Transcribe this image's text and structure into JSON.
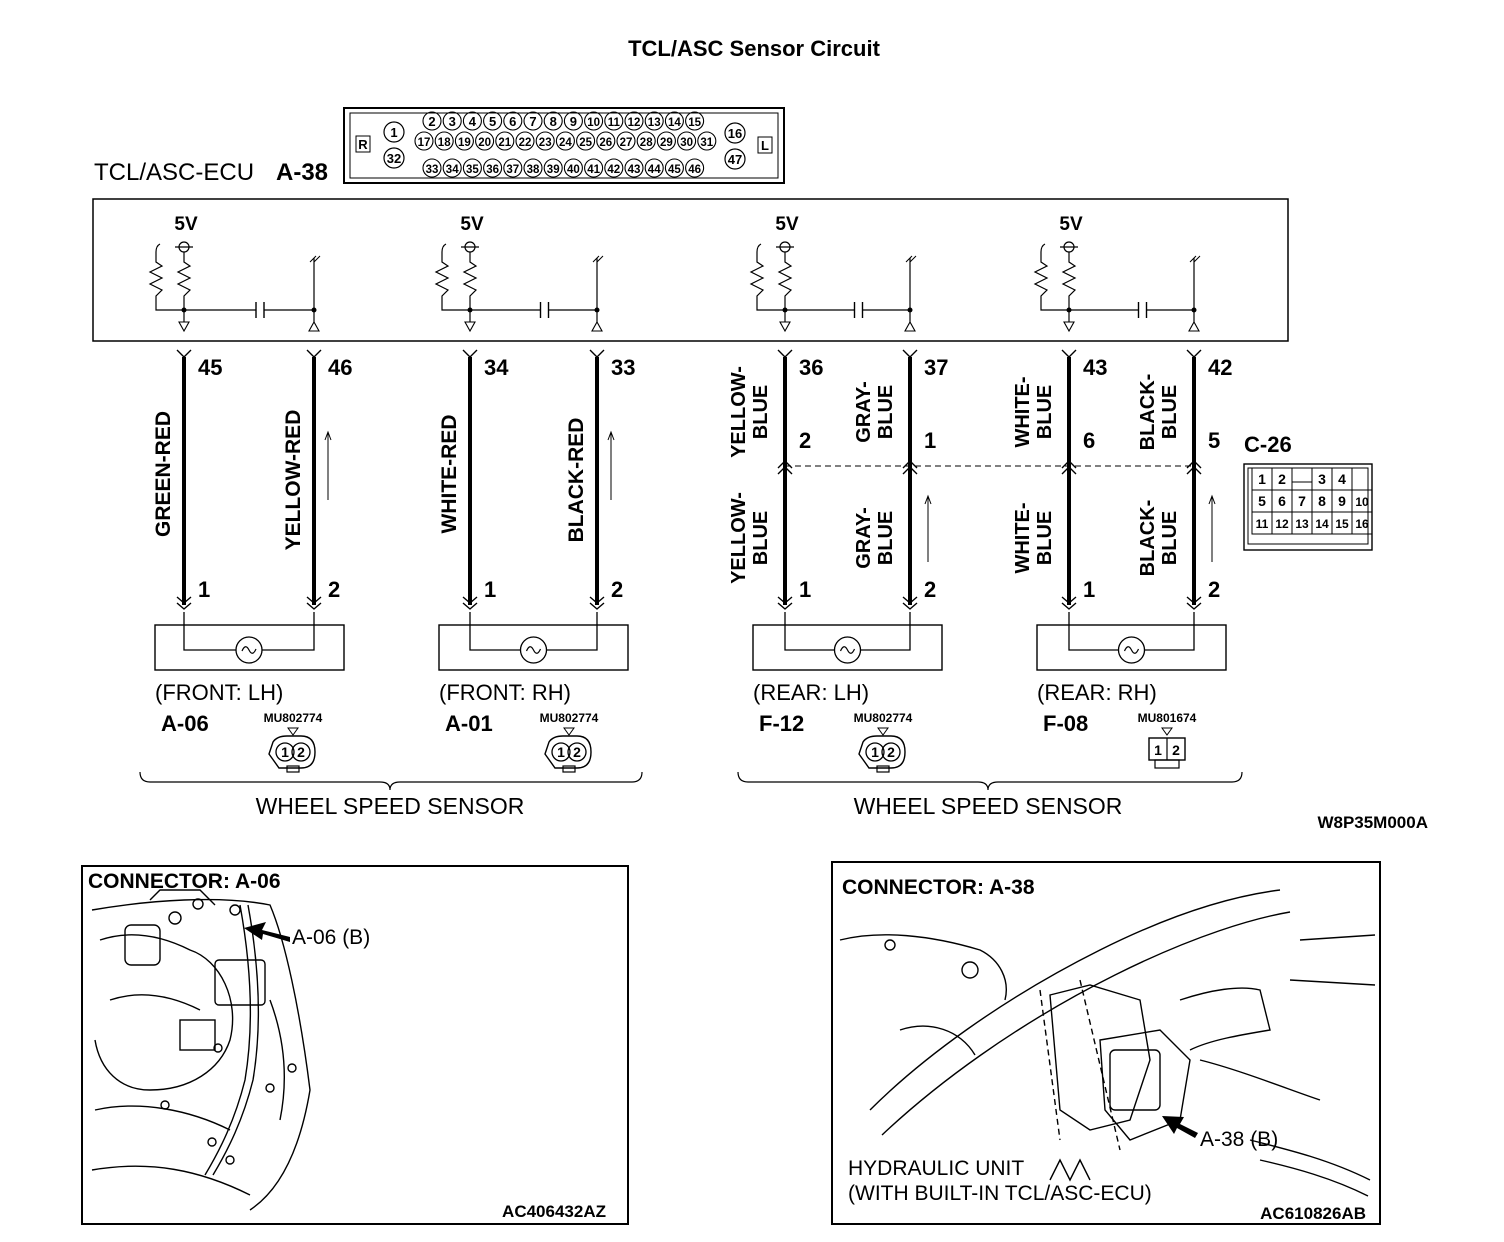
{
  "title": "TCL/ASC Sensor Circuit",
  "ecu": {
    "name": "TCL/ASC-ECU",
    "code": "A-38",
    "connector_pins": {
      "left_side": "R",
      "right_side": "L",
      "left_pins": [
        "1",
        "32"
      ],
      "row1": [
        "2",
        "3",
        "4",
        "5",
        "6",
        "7",
        "8",
        "9",
        "10",
        "11",
        "12",
        "13",
        "14",
        "15"
      ],
      "row2": [
        "17",
        "18",
        "19",
        "20",
        "21",
        "22",
        "23",
        "24",
        "25",
        "26",
        "27",
        "28",
        "29",
        "30",
        "31"
      ],
      "row3": [
        "33",
        "34",
        "35",
        "36",
        "37",
        "38",
        "39",
        "40",
        "41",
        "42",
        "43",
        "44",
        "45",
        "46"
      ],
      "right_pins": [
        "16",
        "47"
      ]
    },
    "supply_label": "5V"
  },
  "sensors": [
    {
      "position": "(FRONT: LH)",
      "connector": "A-06",
      "part_no": "MU802774",
      "ecu_pins": [
        "45",
        "46"
      ],
      "wires": [
        "GREEN-RED",
        "YELLOW-RED"
      ],
      "sensor_pins": [
        "1",
        "2"
      ]
    },
    {
      "position": "(FRONT: RH)",
      "connector": "A-01",
      "part_no": "MU802774",
      "ecu_pins": [
        "34",
        "33"
      ],
      "wires": [
        "WHITE-RED",
        "BLACK-RED"
      ],
      "sensor_pins": [
        "1",
        "2"
      ]
    },
    {
      "position": "(REAR: LH)",
      "connector": "F-12",
      "part_no": "MU802774",
      "ecu_pins": [
        "36",
        "37"
      ],
      "wires_upper": [
        "YELLOW-",
        "BLUE",
        "GRAY-",
        "BLUE"
      ],
      "junction_pins": [
        "2",
        "1"
      ],
      "wires_lower": [
        "YELLOW-",
        "BLUE",
        "GRAY-",
        "BLUE"
      ],
      "sensor_pins": [
        "1",
        "2"
      ]
    },
    {
      "position": "(REAR: RH)",
      "connector": "F-08",
      "part_no": "MU801674",
      "ecu_pins": [
        "43",
        "42"
      ],
      "wires_upper": [
        "WHITE-",
        "BLUE",
        "BLACK-",
        "BLUE"
      ],
      "junction_pins": [
        "6",
        "5"
      ],
      "wires_lower": [
        "WHITE-",
        "BLUE",
        "BLACK-",
        "BLUE"
      ],
      "sensor_pins": [
        "1",
        "2"
      ]
    }
  ],
  "junction_connector": {
    "code": "C-26",
    "grid": [
      [
        "1",
        "2",
        "",
        "3",
        "4"
      ],
      [
        "5",
        "6",
        "7",
        "8",
        "9",
        "10"
      ],
      [
        "11",
        "12",
        "13",
        "14",
        "15",
        "16"
      ]
    ]
  },
  "group_labels": [
    "WHEEL SPEED SENSOR",
    "WHEEL SPEED SENSOR"
  ],
  "diagram_code": "W8P35M000A",
  "panels": [
    {
      "title": "CONNECTOR: A-06",
      "callouts": [
        "A-06 (B)"
      ],
      "code": "AC406432AZ"
    },
    {
      "title": "CONNECTOR: A-38",
      "callouts": [
        "A-38 (B)",
        "HYDRAULIC UNIT",
        "(WITH BUILT-IN TCL/ASC-ECU)"
      ],
      "code": "AC610826AB"
    }
  ]
}
